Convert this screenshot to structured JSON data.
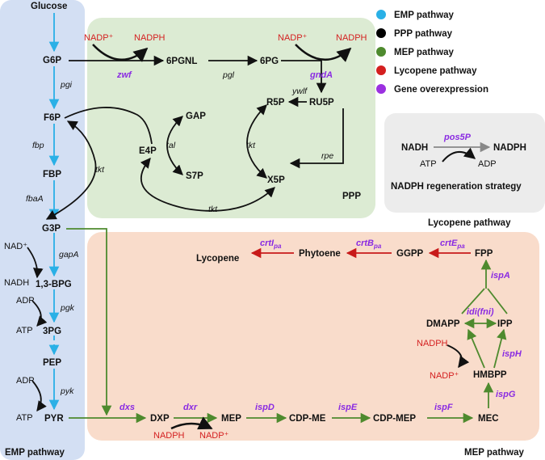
{
  "legend": [
    {
      "label": "EMP pathway",
      "color": "#2ab0e6"
    },
    {
      "label": "PPP pathway",
      "color": "#000000"
    },
    {
      "label": "MEP pathway",
      "color": "#4e8a2e"
    },
    {
      "label": "Lycopene pathway",
      "color": "#d41f1f"
    },
    {
      "label": "Gene overexpression",
      "color": "#9b30e0"
    }
  ],
  "regions": {
    "emp": "EMP pathway",
    "ppp": "PPP",
    "nadph_strategy": "NADPH regeneration strategy",
    "lycopene": "Lycopene pathway",
    "mep": "MEP pathway"
  },
  "metabolites": {
    "glucose": "Glucose",
    "g6p": "G6P",
    "f6p": "F6P",
    "fbp": "FBP",
    "g3p": "G3P",
    "bpg": "1,3-BPG",
    "pg3": "3PG",
    "pep": "PEP",
    "pyr": "PYR",
    "pgnl": "6PGNL",
    "pg6": "6PG",
    "ru5p": "RU5P",
    "r5p": "R5P",
    "x5p": "X5P",
    "gap": "GAP",
    "s7p": "S7P",
    "e4p": "E4P",
    "dxp": "DXP",
    "mep": "MEP",
    "cdpme": "CDP-ME",
    "cdpmep": "CDP-MEP",
    "mec": "MEC",
    "hmbpp": "HMBPP",
    "ipp": "IPP",
    "dmapp": "DMAPP",
    "fpp": "FPP",
    "ggpp": "GGPP",
    "phytoene": "Phytoene",
    "lycopene": "Lycopene"
  },
  "enzymes": {
    "pgi": "pgi",
    "fbp": "fbp",
    "fbaA": "fbaA",
    "gapA": "gapA",
    "pgk": "pgk",
    "pyk": "pyk",
    "tkt1": "tkt",
    "tkt2": "tkt",
    "tkt3": "tkt",
    "tal": "tal",
    "pgl": "pgl",
    "ywlf": "ywlf",
    "rpe": "rpe"
  },
  "genes": {
    "zwf": "zwf",
    "gndA": "gndA",
    "pos5P": "pos5P",
    "dxs": "dxs",
    "dxr": "dxr",
    "ispD": "ispD",
    "ispE": "ispE",
    "ispF": "ispF",
    "ispG": "ispG",
    "ispH": "ispH",
    "ispA": "ispA",
    "idi": "idi(fni)",
    "crtE": "crtE",
    "crtE_sub": "pa",
    "crtB": "crtB",
    "crtB_sub": "pa",
    "crtI": "crtI",
    "crtI_sub": "pa"
  },
  "cofactors": {
    "nadp_zwf": "NADP⁺",
    "nadph_zwf": "NADPH",
    "nadp_gnd": "NADP⁺",
    "nadph_gnd": "NADPH",
    "nadh_s": "NADH",
    "nadph_s": "NADPH",
    "atp_s": "ATP",
    "adp_s": "ADP",
    "nad_gap": "NAD⁺",
    "nadh_gap": "NADH",
    "adp_pgk": "ADP",
    "atp_pgk": "ATP",
    "adp_pyk": "ADP",
    "atp_pyk": "ATP",
    "nadph_dxr": "NADPH",
    "nadp_dxr": "NADP⁺",
    "nadph_isph": "NADPH",
    "nadp_isph": "NADP⁺"
  }
}
